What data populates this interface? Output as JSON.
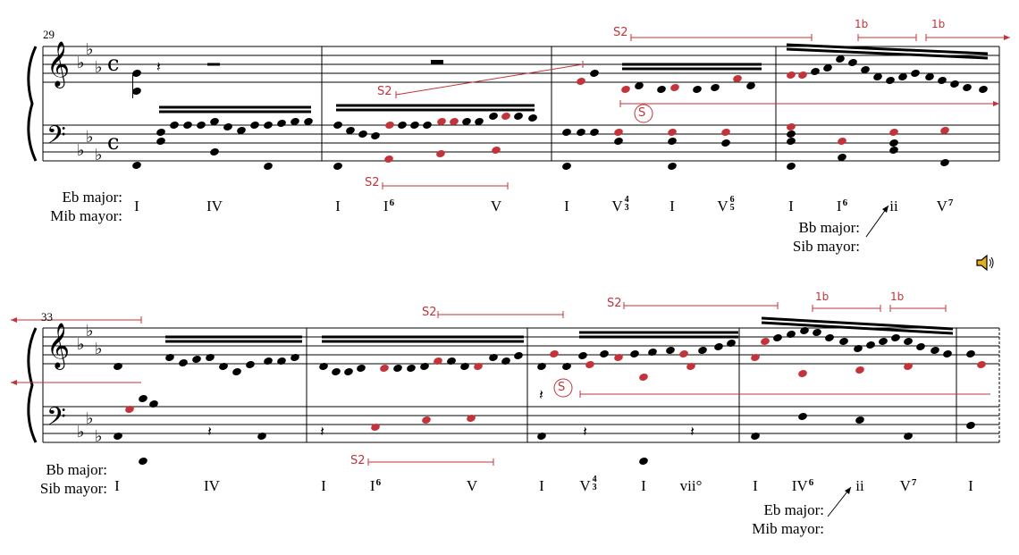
{
  "colors": {
    "accent": "#c3333a",
    "ink": "#000000"
  },
  "systems": [
    {
      "measure_number": "29",
      "annotations": [
        "S2",
        "S2",
        "S2",
        "1b",
        "1b"
      ],
      "circled_label": "S",
      "key_labels": [
        "Eb major:",
        "Mib mayor:"
      ],
      "modulation_labels": [
        "Bb major:",
        "Sib mayor:"
      ],
      "roman_numerals": [
        {
          "base": "I"
        },
        {
          "base": "IV"
        },
        {
          "base": "I"
        },
        {
          "base": "I",
          "sup": "6"
        },
        {
          "base": "V"
        },
        {
          "base": "I"
        },
        {
          "base": "V",
          "fig_top": "4",
          "fig_bot": "3"
        },
        {
          "base": "I"
        },
        {
          "base": "V",
          "fig_top": "6",
          "fig_bot": "5"
        },
        {
          "base": "I"
        },
        {
          "base": "I",
          "sup": "6"
        },
        {
          "base": "ii"
        },
        {
          "base": "V",
          "sup": "7"
        }
      ]
    },
    {
      "measure_number": "33",
      "annotations": [
        "S2",
        "S2",
        "S2",
        "1b",
        "1b"
      ],
      "circled_label": "S",
      "key_labels": [
        "Bb major:",
        "Sib mayor:"
      ],
      "modulation_labels": [
        "Eb major:",
        "Mib mayor:"
      ],
      "roman_numerals": [
        {
          "base": "I"
        },
        {
          "base": "IV"
        },
        {
          "base": "I"
        },
        {
          "base": "I",
          "sup": "6"
        },
        {
          "base": "V"
        },
        {
          "base": "I"
        },
        {
          "base": "V",
          "fig_top": "4",
          "fig_bot": "3"
        },
        {
          "base": "I"
        },
        {
          "base": "vii°"
        },
        {
          "base": "I"
        },
        {
          "base": "IV",
          "sup": "6"
        },
        {
          "base": "ii"
        },
        {
          "base": "V",
          "sup": "7"
        },
        {
          "base": "I"
        }
      ]
    }
  ],
  "audio": {
    "icon": "speaker-icon"
  }
}
